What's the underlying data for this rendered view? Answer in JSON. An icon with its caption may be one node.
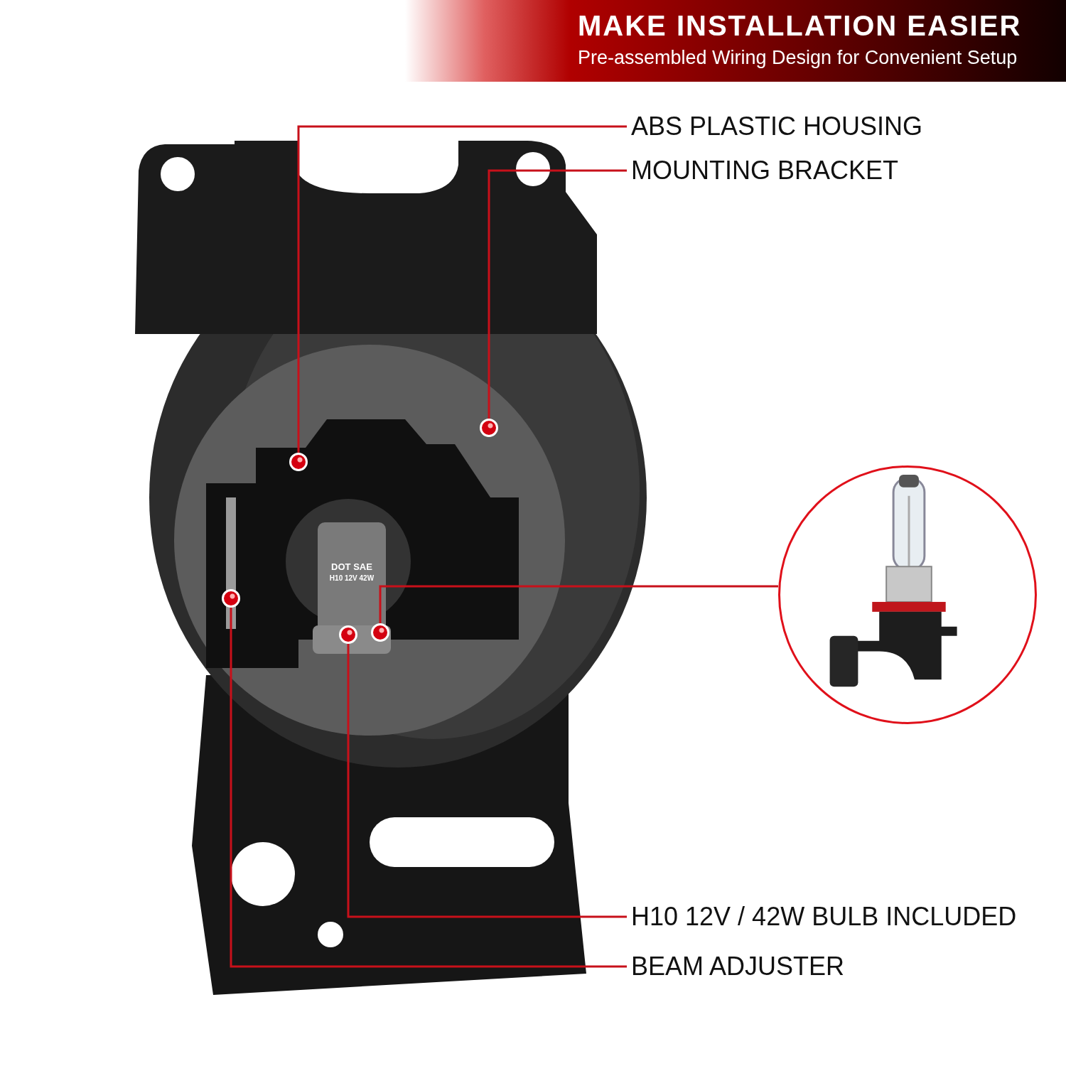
{
  "diagram": {
    "title": "MAKE INSTALLATION EASIER",
    "nodes": [
      {
        "text": [
          "ABS PLASTIC HOUSING"
        ]
      },
      {
        "text": [
          "MOUNTING BRACKET"
        ]
      },
      {
        "text": [
          "H10 12V / 42W BULB INCLUDED"
        ]
      },
      {
        "text": [
          "BEAM ADJUSTER"
        ]
      },
      {
        "text": [],
        "shape": "circle"
      },
      {
        "text": [],
        "shape": "circle"
      },
      {
        "text": [],
        "shape": "circle"
      },
      {
        "text": [],
        "shape": "circle"
      },
      {
        "text": [],
        "shape": "circle"
      },
      {
        "text": [],
        "shape": "picture"
      }
    ],
    "edges": [
      {
        "from": 0,
        "to": 5,
        "arrow": "none"
      },
      {
        "from": 1,
        "to": 8,
        "arrow": "none"
      },
      {
        "from": 2,
        "to": 6,
        "arrow": "none"
      },
      {
        "from": 3,
        "to": 4,
        "arrow": "none"
      },
      {
        "from": 7,
        "to": 9,
        "arrow": "none"
      }
    ],
    "labels": [
      "Pre-assembled Wiring Design for Convenient Setup",
      "DOT SAE",
      "H10 12V 42W"
    ]
  }
}
